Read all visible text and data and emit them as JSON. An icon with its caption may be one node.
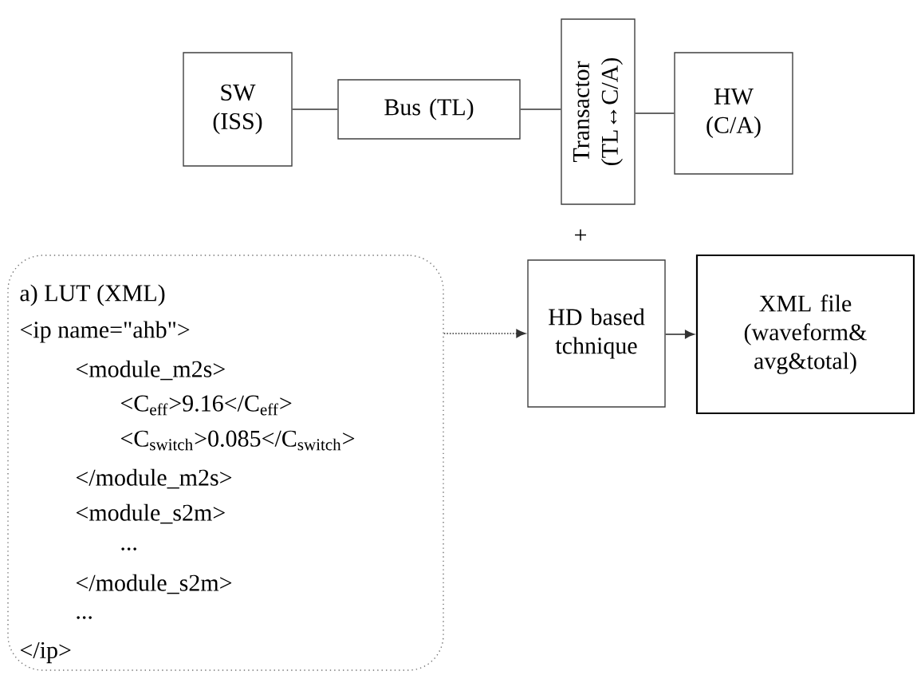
{
  "diagram": {
    "nodes": [
      {
        "text": [
          "SW (ISS)"
        ]
      },
      {
        "text": [
          "Bus (TL)"
        ]
      },
      {
        "text": [
          "Transactor (TL↔C/A)"
        ]
      },
      {
        "text": [
          "HW (C/A)"
        ]
      },
      {
        "text": [
          "a) LUT (XML)",
          "<ip name=\"ahb\">",
          "<module_m2s>",
          "<C$_{eff}$>9.16</C$_{eff}$>",
          "<C$_{switch}$>0.085</C$_{switch}$>",
          "</module_m2s>",
          "<module_s2m>",
          "...",
          "</module_s2m>",
          "...",
          "</ip>"
        ]
      },
      {
        "text": [
          "HD based tchnique"
        ]
      },
      {
        "text": [
          "XML file (waveform& avg&total)"
        ]
      }
    ],
    "edges": [
      {
        "from": 0,
        "to": 1,
        "arrow": "none"
      },
      {
        "from": 1,
        "to": 2,
        "arrow": "none"
      },
      {
        "from": 2,
        "to": 3,
        "arrow": "none"
      },
      {
        "from": 4,
        "to": 5,
        "arrow": "to",
        "style": "dashed"
      },
      {
        "from": 5,
        "to": 6,
        "arrow": "to"
      }
    ],
    "labels": [
      "+"
    ]
  }
}
